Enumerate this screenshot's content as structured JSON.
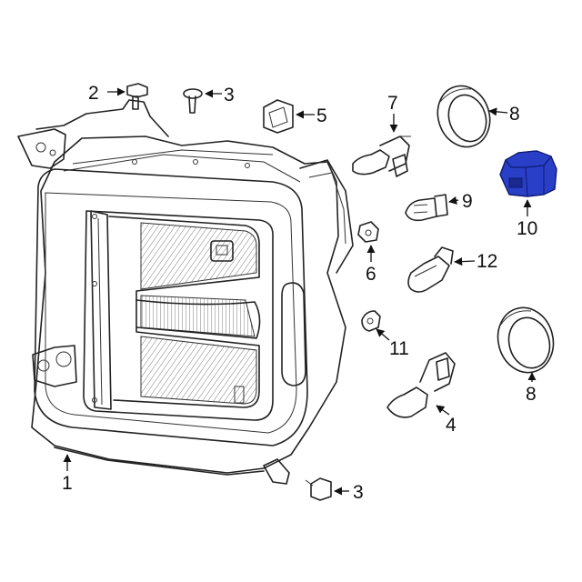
{
  "diagram": {
    "callouts": [
      {
        "id": "c1",
        "label": "1",
        "part": "headlamp-assembly"
      },
      {
        "id": "c2",
        "label": "2",
        "part": "mounting-bolt"
      },
      {
        "id": "c3a",
        "label": "3",
        "part": "mounting-screw-top"
      },
      {
        "id": "c3b",
        "label": "3",
        "part": "mounting-screw-bottom"
      },
      {
        "id": "c4",
        "label": "4",
        "part": "retainer-clip"
      },
      {
        "id": "c5",
        "label": "5",
        "part": "socket-clip"
      },
      {
        "id": "c6",
        "label": "6",
        "part": "halogen-bulb"
      },
      {
        "id": "c7",
        "label": "7",
        "part": "halogen-bulb-lower"
      },
      {
        "id": "c8a",
        "label": "8",
        "part": "seal-ring-top"
      },
      {
        "id": "c8b",
        "label": "8",
        "part": "seal-ring-bottom"
      },
      {
        "id": "c9",
        "label": "9",
        "part": "wedge-bulb"
      },
      {
        "id": "c10",
        "label": "10",
        "part": "bulb-socket"
      },
      {
        "id": "c11",
        "label": "11",
        "part": "small-bulb"
      },
      {
        "id": "c12",
        "label": "12",
        "part": "side-marker-bulb"
      }
    ],
    "highlight_color": "#2a3fc8",
    "line_color": "#222222"
  }
}
